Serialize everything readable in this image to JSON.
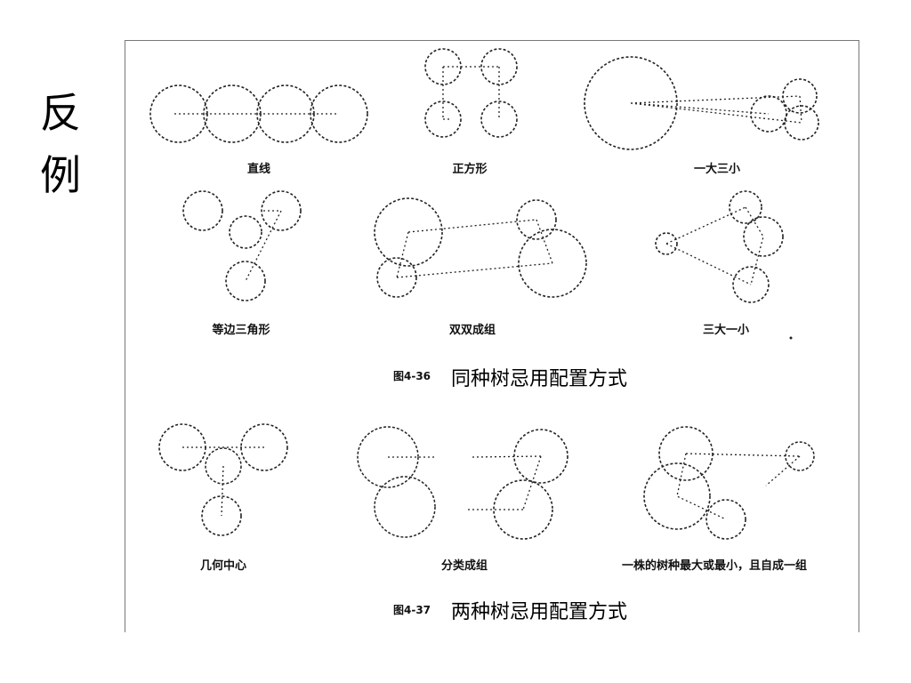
{
  "side_title": [
    "反",
    "例"
  ],
  "figure1": {
    "number": "图4-36",
    "title": "同种树忌用配置方式",
    "labels": [
      "直线",
      "正方形",
      "一大三小",
      "等边三角形",
      "双双成组",
      "三大一小"
    ]
  },
  "figure2": {
    "number": "图4-37",
    "title": "两种树忌用配置方式",
    "labels": [
      "几何中心",
      "分类成组",
      "一株的树种最大或最小，且自成一组"
    ]
  }
}
